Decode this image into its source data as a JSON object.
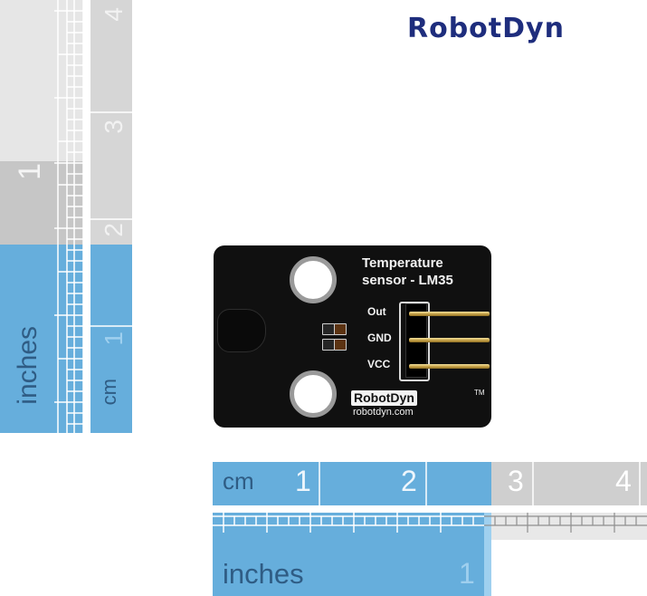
{
  "brand": {
    "logo": "RobotDyn"
  },
  "vertical_ruler": {
    "unit_inches": "inches",
    "unit_cm": "cm",
    "inch_numbers": [
      "1"
    ],
    "cm_numbers": [
      "1",
      "2",
      "3",
      "4"
    ]
  },
  "horizontal_ruler": {
    "unit_cm": "cm",
    "unit_inches": "inches",
    "cm_numbers": [
      "1",
      "2",
      "3",
      "4"
    ],
    "inch_numbers": [
      "1"
    ]
  },
  "board": {
    "title_line1": "Temperature",
    "title_line2": "sensor - LM35",
    "pin_labels": [
      "Out",
      "GND",
      "VCC"
    ],
    "logo": "RobotDyn",
    "tm": "TM",
    "url": "robotdyn.com"
  },
  "colors": {
    "ruler_blue": "#66aedc",
    "ruler_text": "#2f5c84",
    "logo_blue": "#1e2d7d",
    "pcb_black": "#101010",
    "pin_gold": "#caa64c"
  }
}
